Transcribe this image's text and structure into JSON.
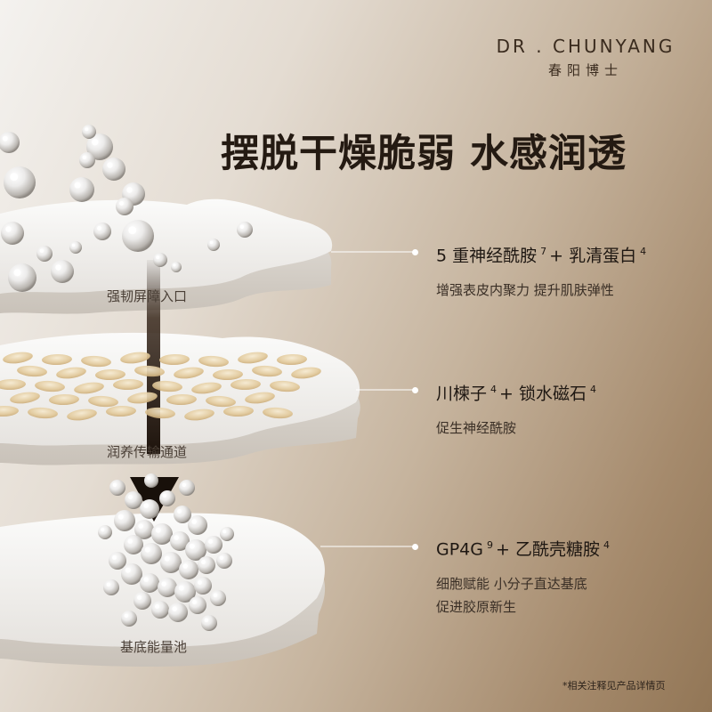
{
  "brand": {
    "name_en": "DR . CHUNYANG",
    "name_cn": "春阳博士"
  },
  "headline": "摆脱干燥脆弱 水感润透",
  "layers": [
    {
      "label": "强韧屏障入口"
    },
    {
      "label": "润养传输通道"
    },
    {
      "label": "基底能量池"
    }
  ],
  "features": [
    {
      "title_a": "5 重神经酰胺",
      "sup_a": "7",
      "title_b": "+ 乳清蛋白",
      "sup_b": "4",
      "desc_1": "增强表皮内聚力 提升肌肤弹性",
      "desc_2": ""
    },
    {
      "title_a": "川楝子",
      "sup_a": "4",
      "title_b": "+ 锁水磁石",
      "sup_b": "4",
      "desc_1": "促生神经酰胺",
      "desc_2": ""
    },
    {
      "title_a": "GP4G",
      "sup_a": "9",
      "title_b": "+ 乙酰壳糖胺",
      "sup_b": "4",
      "desc_1": "细胞赋能 小分子直达基底",
      "desc_2": "促进胶原新生"
    }
  ],
  "footnote": "*相关注释见产品详情页",
  "colors": {
    "accent_dark": "#241a12",
    "background_warm": "#a58a6c",
    "connector": "#ffffff"
  }
}
